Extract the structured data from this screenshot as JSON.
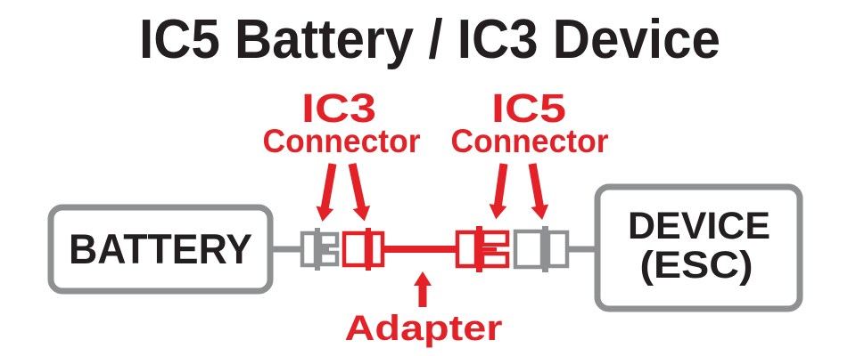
{
  "diagram": {
    "title": "IC5 Battery / IC3 Device",
    "callouts": {
      "ic3": {
        "label": "IC3",
        "sublabel": "Connector"
      },
      "ic5": {
        "label": "IC5",
        "sublabel": "Connector"
      },
      "adapter": {
        "label": "Adapter"
      }
    },
    "nodes": {
      "battery": {
        "label": "BATTERY"
      },
      "device": {
        "label_line1": "DEVICE",
        "label_line2": "(ESC)"
      }
    },
    "colors": {
      "accent_red": "#E32126",
      "connector_gray": "#8E9092",
      "text_black": "#231F20",
      "background": "#FFFFFF"
    }
  }
}
